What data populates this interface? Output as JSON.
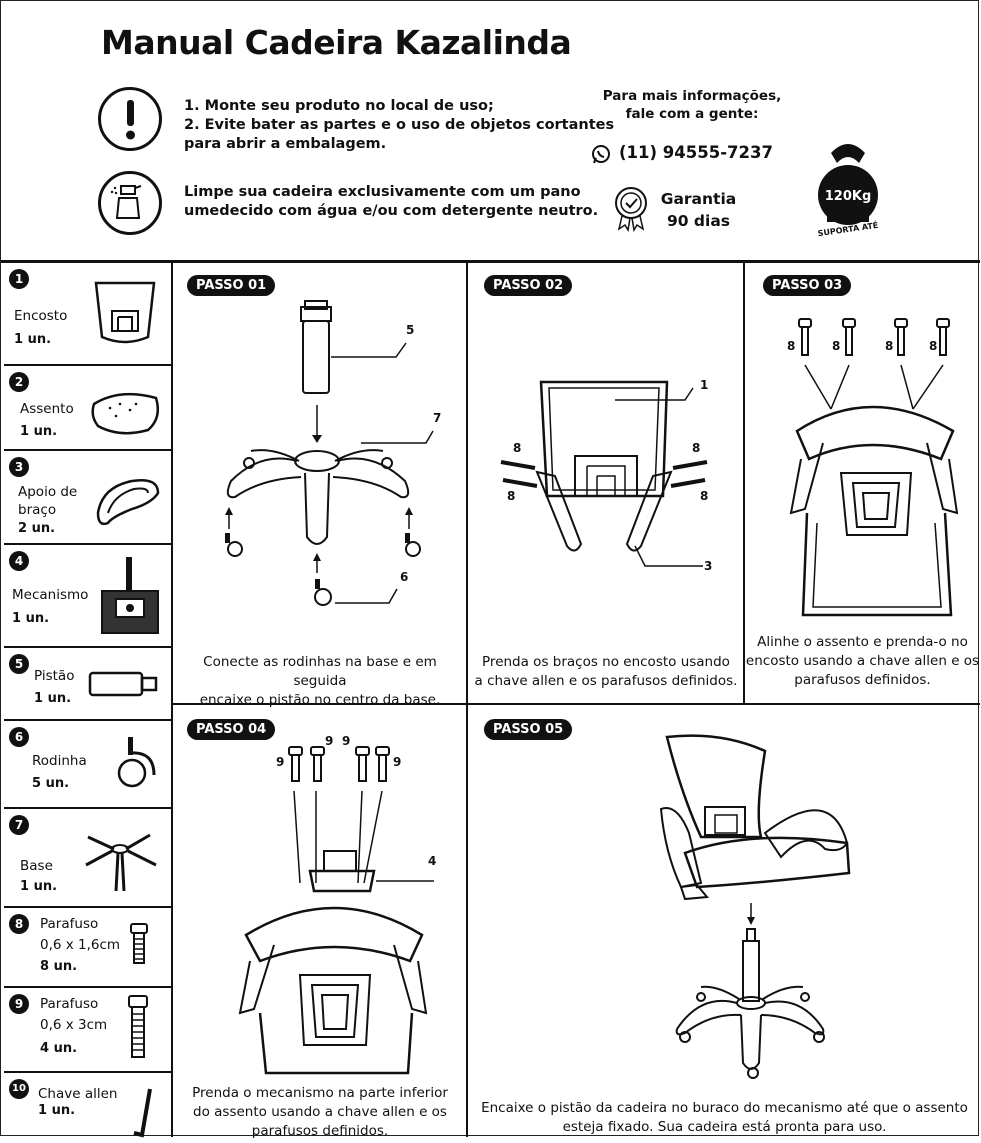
{
  "header": {
    "title": "Manual Cadeira Kazalinda",
    "warnings": [
      "1. Monte seu produto no local de uso;",
      "2. Evite bater as partes e o uso de objetos cortantes",
      "para abrir a embalagem."
    ],
    "cleaning": [
      "Limpe sua cadeira exclusivamente com um pano",
      "umedecido com água e/ou com detergente neutro."
    ],
    "contact_line1": "Para mais informações,",
    "contact_line2": "fale com a gente:",
    "phone": "(11) 94555-7237",
    "warranty_line1": "Garantia",
    "warranty_line2": "90 dias",
    "weight": "120Kg",
    "weight_caption": "SUPORTA ATÉ"
  },
  "parts": [
    {
      "num": "1",
      "name": "Encosto",
      "qty": "1 un."
    },
    {
      "num": "2",
      "name": "Assento",
      "qty": "1 un."
    },
    {
      "num": "3",
      "name": "Apoio de",
      "name2": "braço",
      "qty": "2 un."
    },
    {
      "num": "4",
      "name": "Mecanismo",
      "qty": "1 un."
    },
    {
      "num": "5",
      "name": "Pistão",
      "qty": "1 un."
    },
    {
      "num": "6",
      "name": "Rodinha",
      "qty": "5 un."
    },
    {
      "num": "7",
      "name": "Base",
      "qty": "1 un."
    },
    {
      "num": "8",
      "name": "Parafuso",
      "name2": "0,6 x 1,6cm",
      "qty": "8 un."
    },
    {
      "num": "9",
      "name": "Parafuso",
      "name2": "0,6 x 3cm",
      "qty": "4 un."
    },
    {
      "num": "10",
      "name": "Chave allen",
      "qty": "1 un."
    }
  ],
  "steps": [
    {
      "badge": "PASSO 01",
      "caption1": "Conecte as rodinhas na base e em seguida",
      "caption2": "encaixe o pistão no centro da base.",
      "labels": [
        "5",
        "7",
        "6"
      ]
    },
    {
      "badge": "PASSO 02",
      "caption1": "Prenda os braços no encosto usando",
      "caption2": "a chave allen e os parafusos definidos.",
      "labels": [
        "1",
        "8",
        "8",
        "8",
        "8",
        "3"
      ]
    },
    {
      "badge": "PASSO 03",
      "caption1": "Alinhe o assento e prenda-o no",
      "caption2": "encosto usando a chave allen e os",
      "caption3": "parafusos definidos.",
      "labels": [
        "8",
        "8",
        "8",
        "8"
      ]
    },
    {
      "badge": "PASSO 04",
      "caption1": "Prenda o mecanismo na parte inferior",
      "caption2": "do assento usando a chave allen e os",
      "caption3": "parafusos definidos.",
      "labels": [
        "9",
        "9",
        "9",
        "9",
        "4"
      ]
    },
    {
      "badge": "PASSO 05",
      "caption1": "Encaixe o pistão da cadeira no buraco do mecanismo até que o assento",
      "caption2": "esteja fixado. Sua cadeira está pronta para uso."
    }
  ]
}
